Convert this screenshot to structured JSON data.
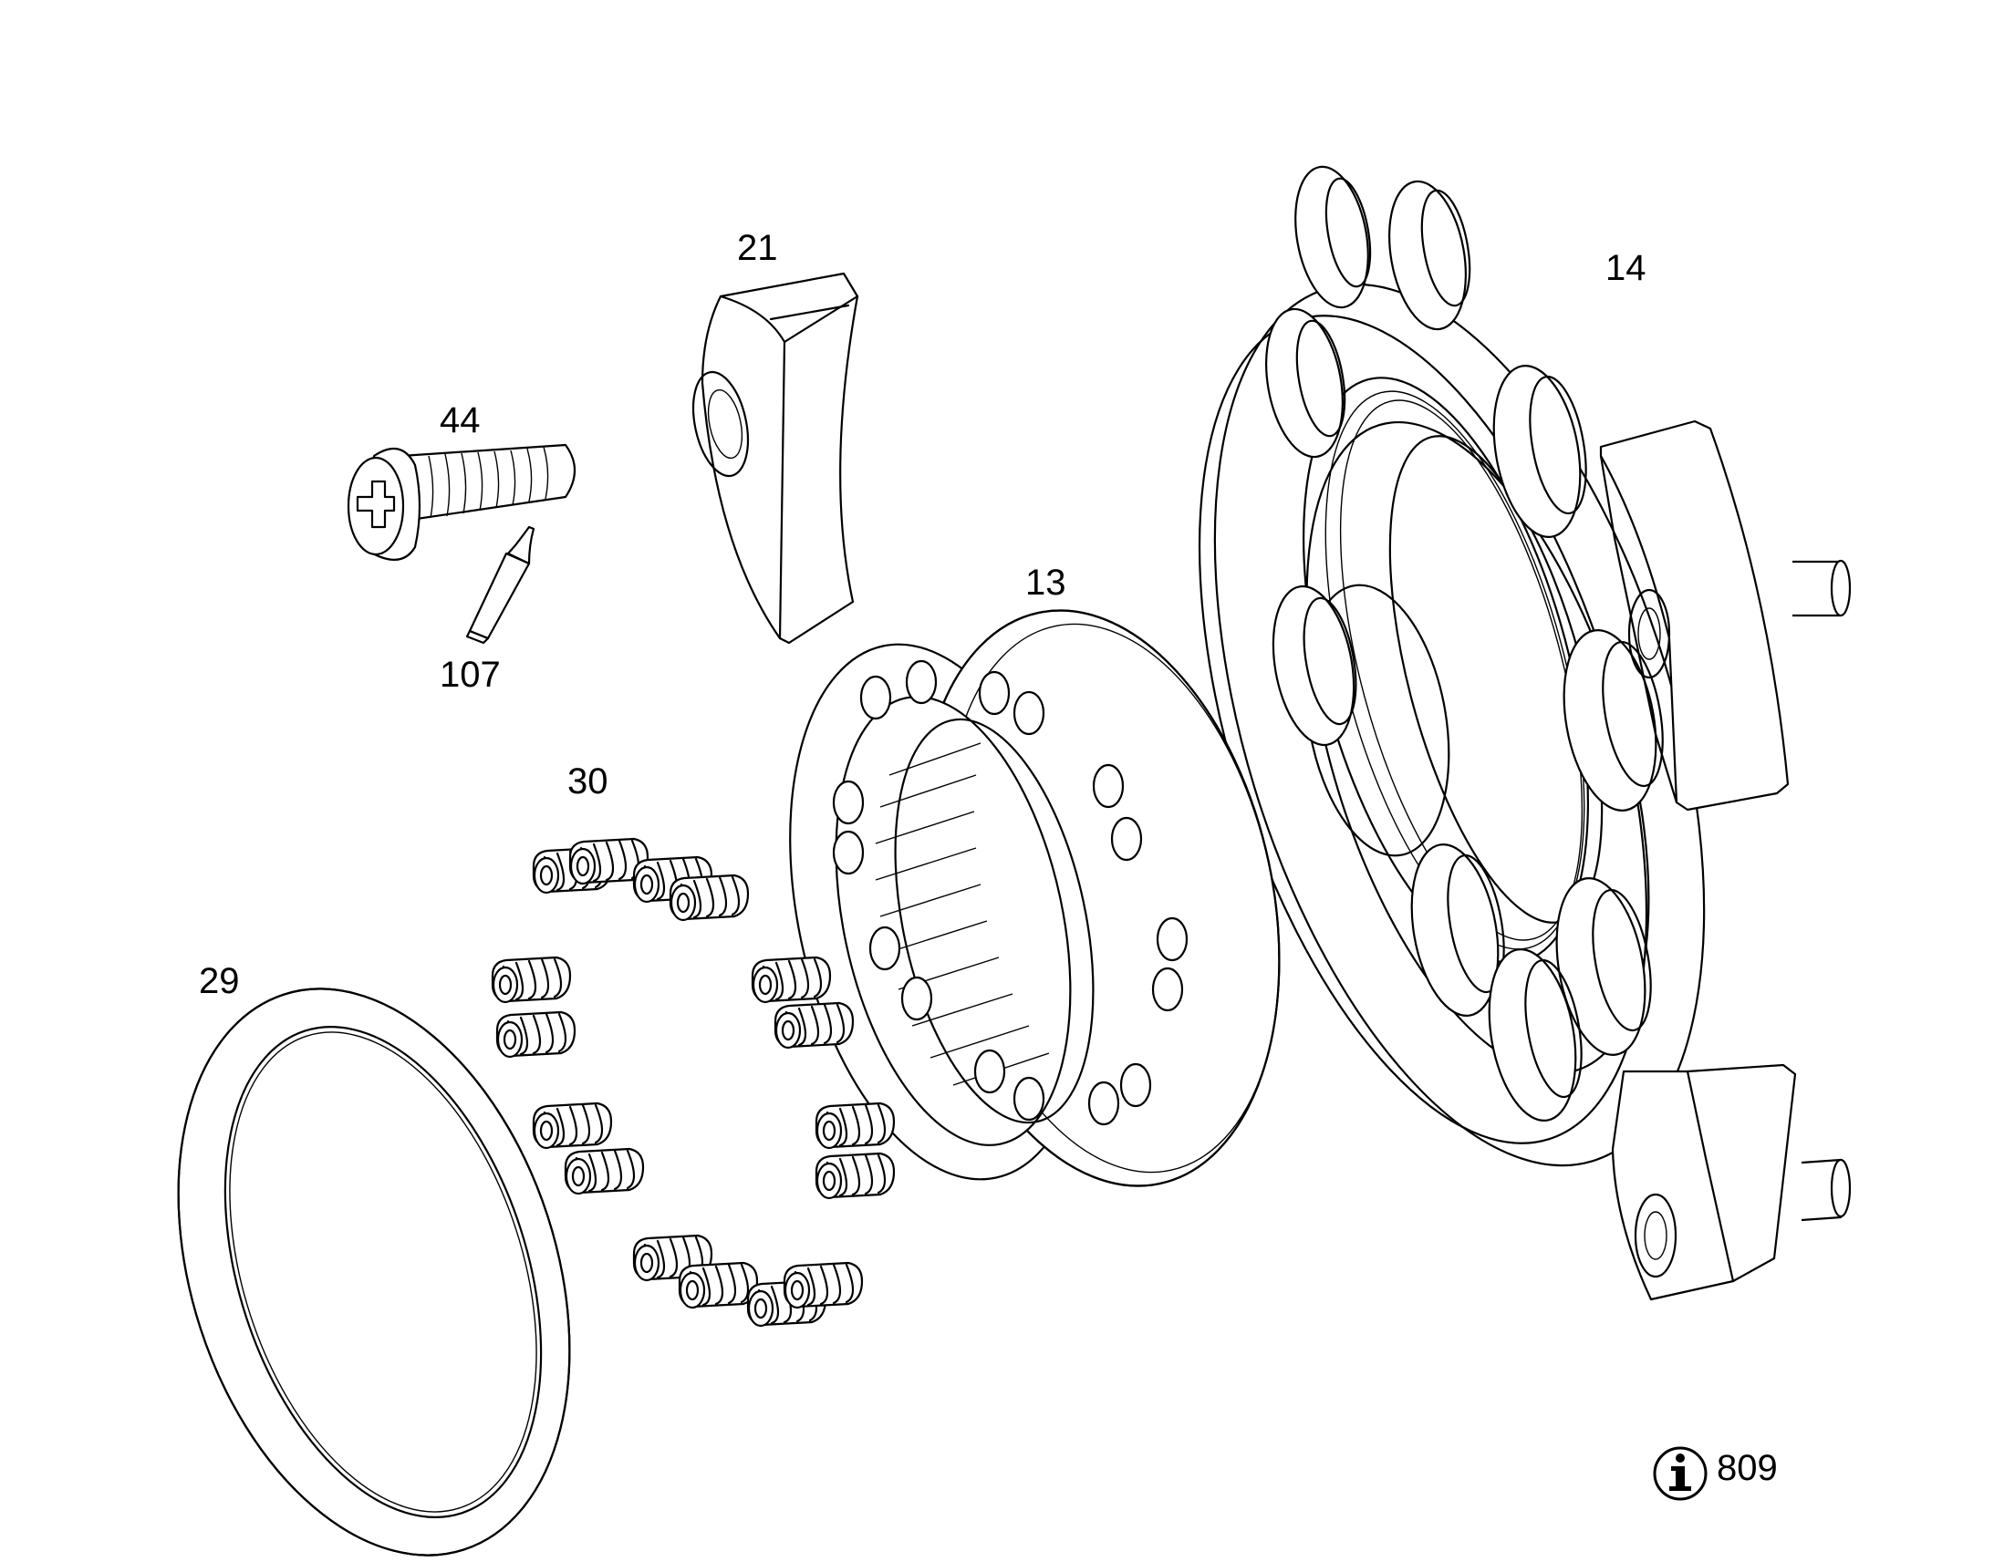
{
  "labels": {
    "p21": "21",
    "p14": "14",
    "p44": "44",
    "p13": "13",
    "p107": "107",
    "p30": "30",
    "p29": "29"
  },
  "info": {
    "icon": "info-icon",
    "number": "809"
  },
  "colors": {
    "line": "#000000",
    "background": "#ffffff"
  }
}
